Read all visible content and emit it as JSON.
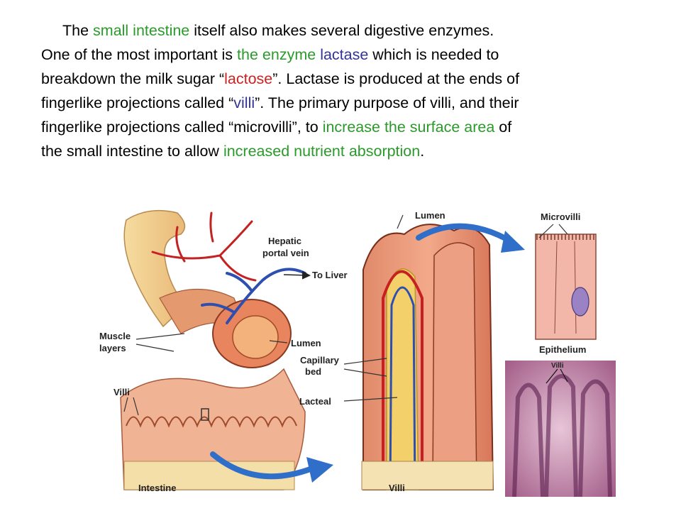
{
  "colors": {
    "green": "#2a9a2a",
    "blue": "#33339a",
    "red": "#cc2222",
    "arrow_blue": "#2f6fc9"
  },
  "paragraph": {
    "l1a": "The ",
    "l1b": "small intestine",
    "l1c": " itself also makes several digestive enzymes.",
    "l2a": "One of the most important is ",
    "l2b": "the enzyme",
    "l2c": " ",
    "l2d": "lactase",
    "l2e": " which is needed to",
    "l3a": "breakdown the milk sugar “",
    "l3b": "lactose",
    "l3c": "”.  Lactase is produced at the ends of",
    "l4a": "fingerlike projections called “",
    "l4b": "villi",
    "l4c": "”.  The primary purpose of villi, and their",
    "l5a": "fingerlike projections called “microvilli”, to ",
    "l5b": "increase the surface area",
    "l5c": " of",
    "l6a": "the small intestine to allow ",
    "l6b": "increased nutrient absorption",
    "l6c": "."
  },
  "diagram_labels": {
    "hepatic": "Hepatic",
    "portal_vein": "portal vein",
    "to_liver": "To Liver",
    "muscle": "Muscle",
    "layers": "layers",
    "villi_left": "Villi",
    "lumen_left": "Lumen",
    "capillary": "Capillary",
    "bed": "bed",
    "lacteal": "Lacteal",
    "intestine": "Intestine",
    "lumen_top": "Lumen",
    "villi_bottom": "Villi",
    "microvilli": "Microvilli",
    "epithelium": "Epithelium",
    "micrograph_villi": "Villi"
  }
}
